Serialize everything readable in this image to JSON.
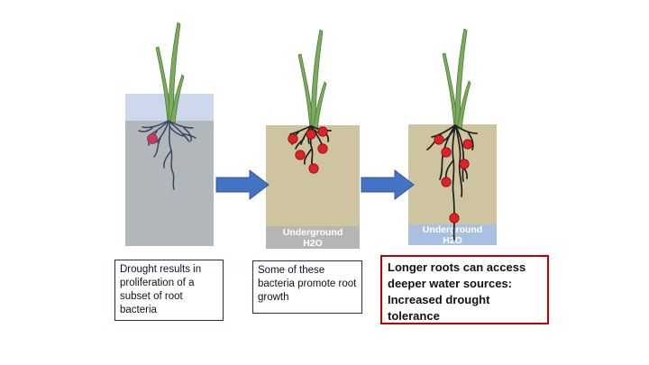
{
  "slide": {
    "type": "flow-diagram",
    "topic": "Root bacteria and drought tolerance"
  },
  "colors": {
    "arrow-blue": "#4472c4",
    "arrow-border": "#2f5597",
    "surface-blue": "#cdd8ec",
    "soil-gray": "#b1b7bb",
    "soil-tan": "#cfc4a0",
    "water-gray": "#b5b7b6",
    "water-blue": "#a9c0de",
    "root-navy": "#3a4660",
    "root-black": "#1f1f1f",
    "bacteria-red": "#e02127",
    "bacteria-rose": "#c63a5b",
    "leaf-green": "#7cab5d",
    "leaf-stroke": "#4f7d38",
    "box-navy-border": "#1f3056",
    "box-red-border": "#c00000",
    "text-black": "#111111",
    "water-label-text": "#ffffff"
  },
  "panels": {
    "p1": {
      "caption": "Drought results in proliferation of a subset of root bacteria"
    },
    "p2": {
      "caption": "Some of these bacteria promote root growth",
      "water_line1": "Underground",
      "water_line2": "H2O"
    },
    "p3": {
      "caption": "Longer roots can access deeper water sources: Increased drought tolerance",
      "water_line1": "Underground",
      "water_line2": "H2O"
    }
  }
}
